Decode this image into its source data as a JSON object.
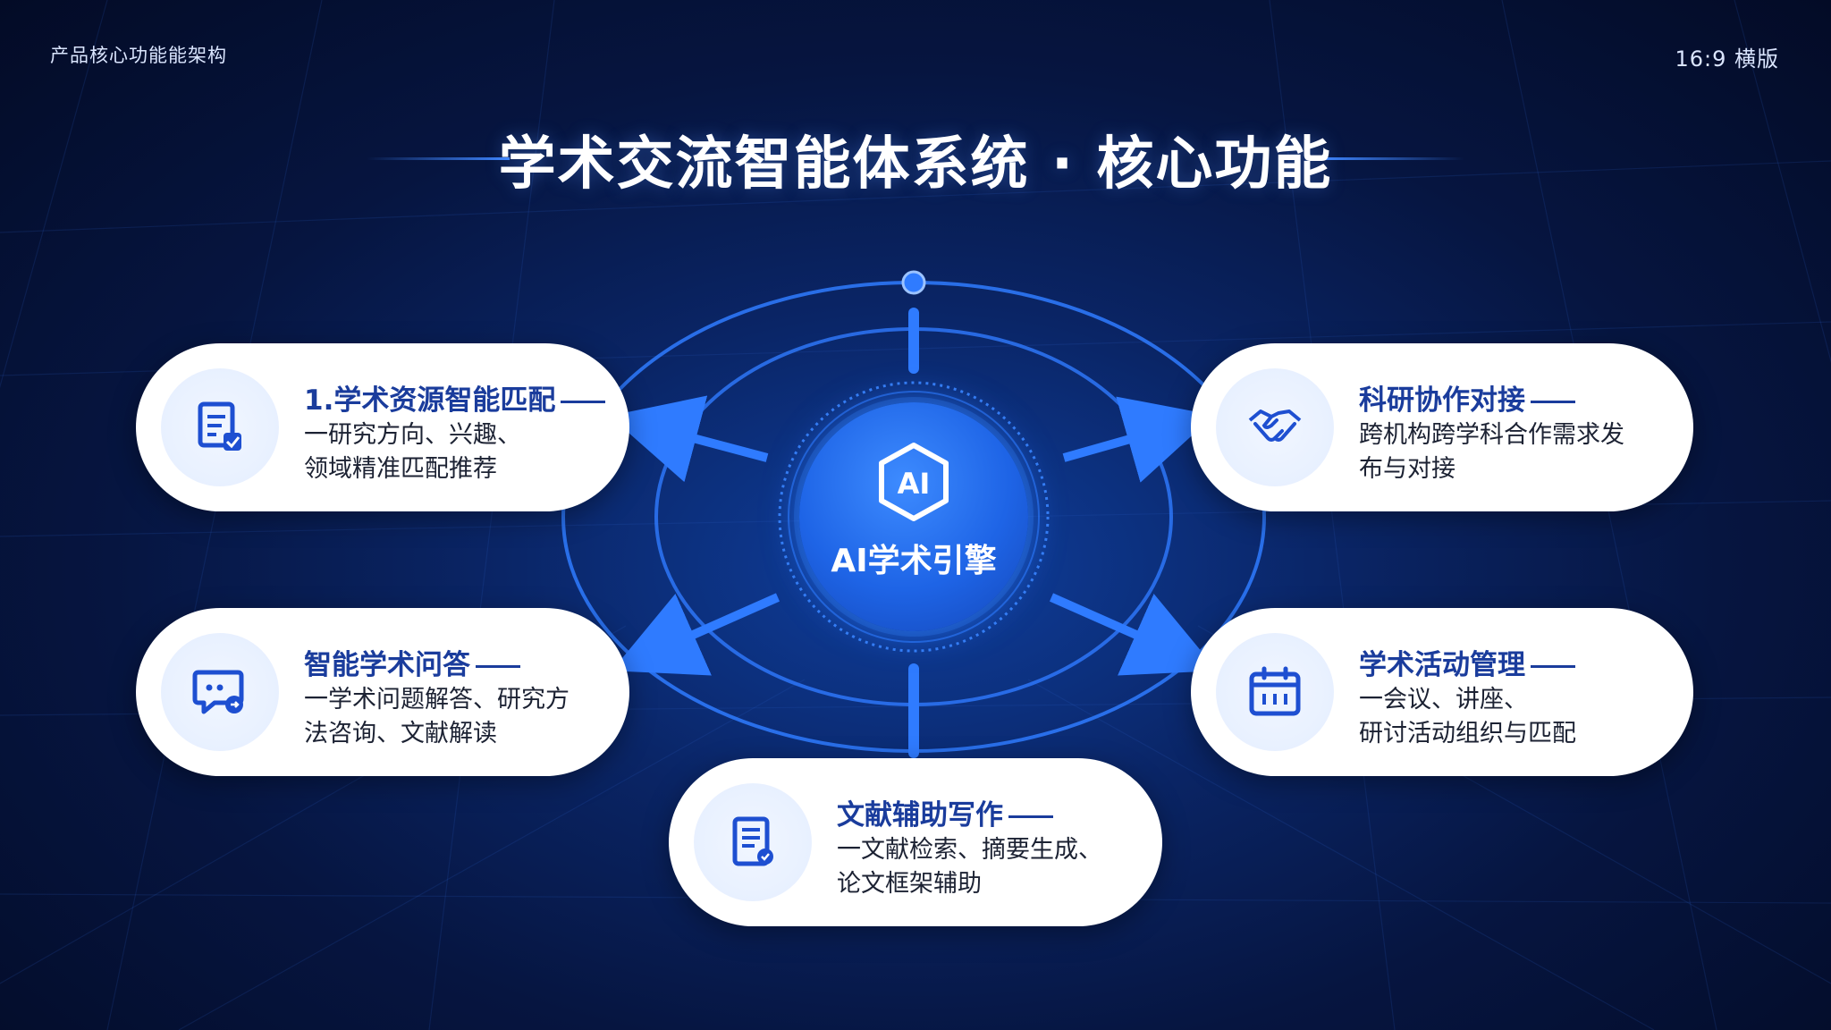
{
  "header": {
    "left_label": "产品核心功能能架构",
    "right_label": "16:9 横版"
  },
  "title": "学术交流智能体系统 · 核心功能",
  "core": {
    "icon_text": "AI",
    "label": "AI学术引擎"
  },
  "cards": [
    {
      "title": "1.学术资源智能匹配",
      "desc_line1": "一研究方向、兴趣、",
      "desc_line2": "领域精准匹配推荐",
      "icon": "document-check-icon"
    },
    {
      "title": "科研协作对接",
      "desc_line1": "跨机构跨学科合作需求发",
      "desc_line2": "布与对接",
      "icon": "handshake-icon"
    },
    {
      "title": "智能学术问答",
      "desc_line1": "一学术问题解答、研究方",
      "desc_line2": "法咨询、文献解读",
      "icon": "chat-bubble-icon"
    },
    {
      "title": "学术活动管理",
      "desc_line1": "一会议、讲座、",
      "desc_line2": "研讨活动组织与匹配",
      "icon": "calendar-icon"
    },
    {
      "title": "文献辅助写作",
      "desc_line1": "一文献检索、摘要生成、",
      "desc_line2": "论文框架辅助",
      "icon": "document-edit-icon"
    }
  ],
  "colors": {
    "accent": "#1e64e6",
    "card_title": "#1a3c9c",
    "background": "#061540"
  }
}
